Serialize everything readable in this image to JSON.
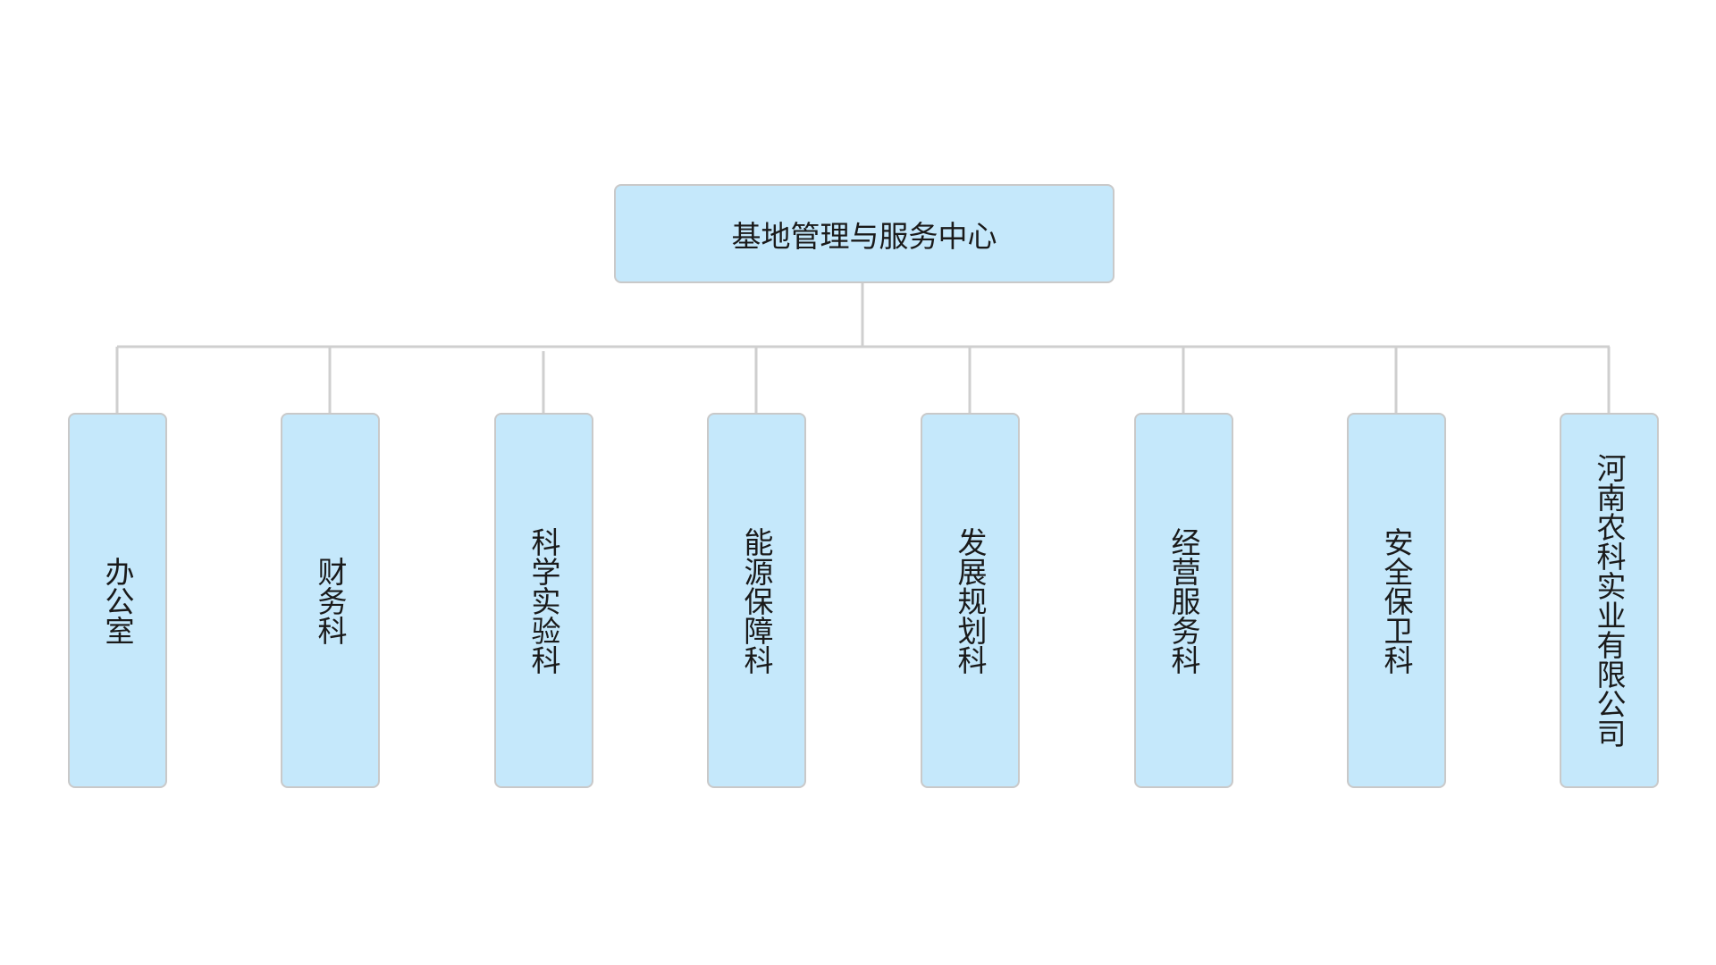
{
  "org_chart": {
    "root": {
      "label": "基地管理与服务中心"
    },
    "children": [
      {
        "label": "办公室"
      },
      {
        "label": "财务科"
      },
      {
        "label": "科学实验科"
      },
      {
        "label": "能源保障科"
      },
      {
        "label": "发展规划科"
      },
      {
        "label": "经营服务科"
      },
      {
        "label": "安全保卫科"
      },
      {
        "label": "河南农科实业有限公司"
      }
    ]
  },
  "colors": {
    "box_fill": "#c5e8fb",
    "box_border": "#c9c9c9",
    "connector": "#cfcfcf",
    "text": "#1a1a1a"
  }
}
